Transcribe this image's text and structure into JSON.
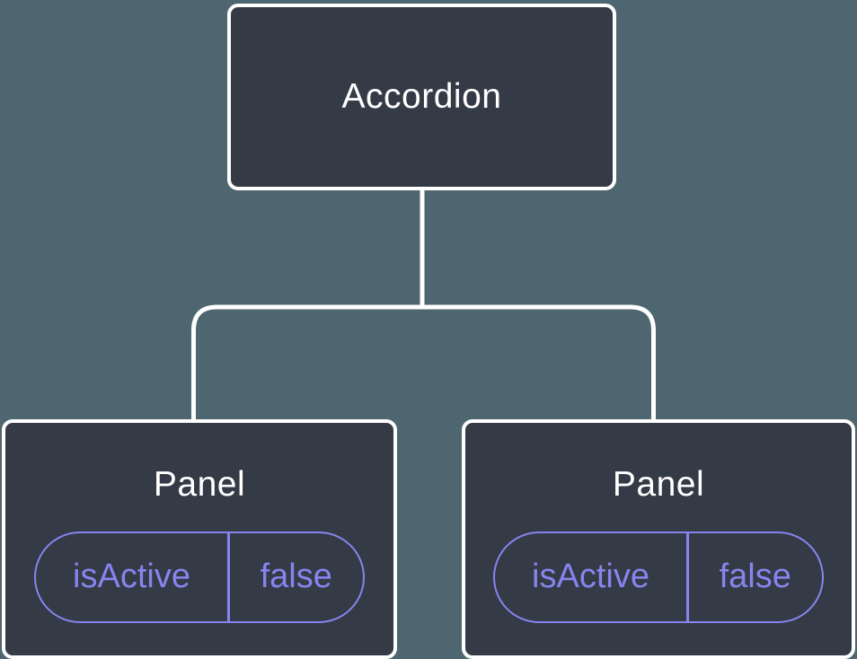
{
  "tree": {
    "root": {
      "label": "Accordion"
    },
    "children": [
      {
        "label": "Panel",
        "state": {
          "name": "isActive",
          "value": "false"
        }
      },
      {
        "label": "Panel",
        "state": {
          "name": "isActive",
          "value": "false"
        }
      }
    ]
  },
  "colors": {
    "background": "#4d6670",
    "node_fill": "#343a46",
    "node_border": "#ffffff",
    "connector": "#ffffff",
    "accent": "#8685ee"
  }
}
